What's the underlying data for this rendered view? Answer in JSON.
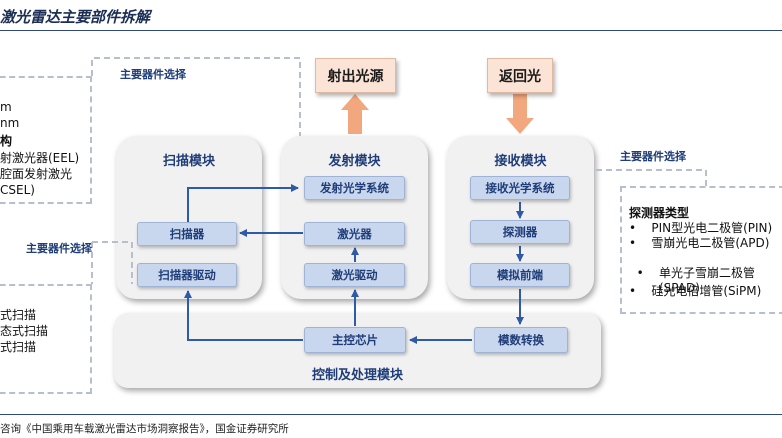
{
  "title": "激光雷达主要部件拆解",
  "selection_label": "主要器件选择",
  "signals": {
    "emitted": "射出光源",
    "returned": "返回光"
  },
  "modules": {
    "scan": {
      "title": "扫描模块",
      "components": [
        "扫描器",
        "扫描器驱动"
      ]
    },
    "emit": {
      "title": "发射模块",
      "components": [
        "发射光学系统",
        "激光器",
        "激光驱动"
      ]
    },
    "receive": {
      "title": "接收模块",
      "components": [
        "接收光学系统",
        "探测器",
        "模拟前端"
      ]
    },
    "control": {
      "title": "控制及处理模块",
      "components": [
        "主控芯片",
        "模数转换"
      ]
    }
  },
  "left_top_lines": [
    "m",
    "nm",
    "构",
    "射激光器(EEL)",
    "腔面发射激光",
    "CSEL)"
  ],
  "left_bottom_lines": [
    "式扫描",
    "态式扫描",
    "式扫描"
  ],
  "detector": {
    "heading": "探测器类型",
    "items": [
      "PIN型光电二极管(PIN)",
      "雪崩光电二极管(APD)",
      "单光子雪崩二极管\n(SPAD)",
      "硅光电倍增管(SiPM)"
    ]
  },
  "source_text": "咨询《中国乘用车载激光雷达市场洞察报告》，国金证券研究所",
  "colors": {
    "arrow": "#2e5aa8",
    "signal_arrow": "#f3a77e",
    "dashed": "#b6bfcb",
    "rule": "#2f4a7a"
  }
}
